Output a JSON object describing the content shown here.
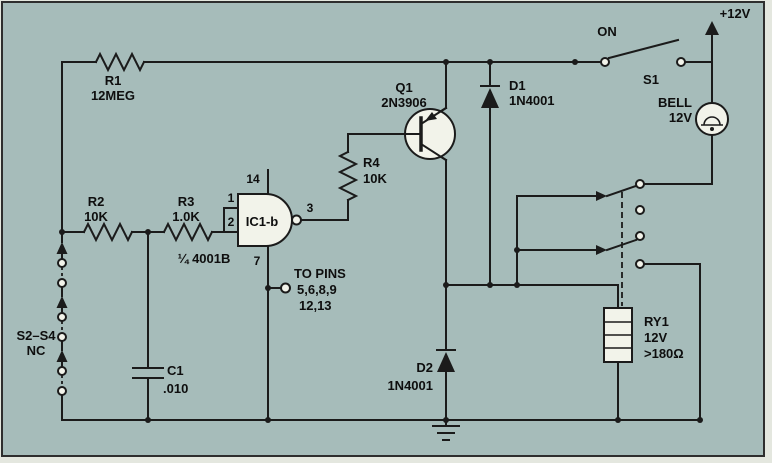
{
  "colors": {
    "background": "#a6bcba",
    "ink": "#1b1b1b",
    "component_fill": "#f2f3ea"
  },
  "sch": {
    "power_label": "+12V",
    "s1": {
      "state": "ON",
      "ref": "S1"
    },
    "bell": {
      "ref": "BELL",
      "value": "12V"
    },
    "ry1": {
      "ref": "RY1",
      "value": "12V",
      "coil": ">180Ω"
    },
    "loop": {
      "refs": "S2–S4",
      "type": "NC"
    },
    "r1": {
      "ref": "R1",
      "value": "12MEG"
    },
    "r2": {
      "ref": "R2",
      "value": "10K"
    },
    "r3": {
      "ref": "R3",
      "value": "1.0K"
    },
    "r4": {
      "ref": "R4",
      "value": "10K"
    },
    "c1": {
      "ref": "C1",
      "value": ".010"
    },
    "q1": {
      "ref": "Q1",
      "value": "2N3906"
    },
    "d1": {
      "ref": "D1",
      "value": "1N4001"
    },
    "d2": {
      "ref": "D2",
      "value": "1N4001"
    },
    "ic": {
      "ref": "IC1-b",
      "device": "¼ 4001B",
      "pin1": "1",
      "pin2": "2",
      "pin3": "3",
      "pin7": "7",
      "pin14": "14"
    },
    "note": {
      "l1": "TO PINS",
      "l2": "5,6,8,9",
      "l3": "12,13"
    }
  }
}
